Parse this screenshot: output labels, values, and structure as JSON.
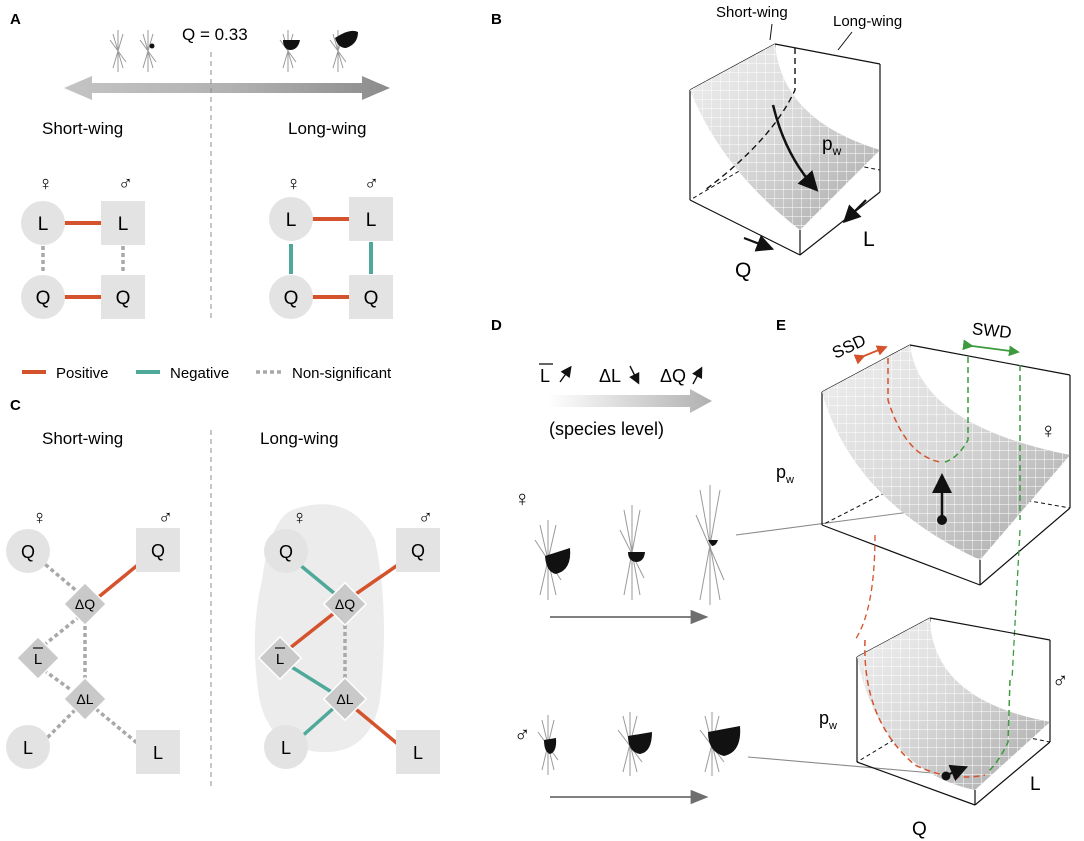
{
  "panels": {
    "a": {
      "letter": "A",
      "q_value": "Q = 0.33",
      "left_label": "Short-wing",
      "right_label": "Long-wing",
      "female_symbol": "♀",
      "male_symbol": "♂",
      "node_l": "L",
      "node_q": "Q"
    },
    "b": {
      "letter": "B",
      "short_label": "Short-wing",
      "long_label": "Long-wing",
      "pw_label": "p",
      "pw_sub": "w",
      "axis_q": "Q",
      "axis_l": "L"
    },
    "c": {
      "letter": "C",
      "left_label": "Short-wing",
      "right_label": "Long-wing",
      "female_symbol": "♀",
      "male_symbol": "♂",
      "node_q": "Q",
      "node_l": "L",
      "node_dq": "ΔQ",
      "node_lbar": "L",
      "node_dl": "ΔL"
    },
    "d": {
      "letter": "D",
      "lbar": "L",
      "dl": "ΔL",
      "dq": "ΔQ",
      "species_level": "(species level)",
      "female_symbol": "♀",
      "male_symbol": "♂"
    },
    "e": {
      "letter": "E",
      "ssd": "SSD",
      "swd": "SWD",
      "female_symbol": "♀",
      "male_symbol": "♂",
      "pw_label": "p",
      "pw_sub": "w",
      "axis_q": "Q",
      "axis_l": "L"
    }
  },
  "legend": {
    "positive": "Positive",
    "negative": "Negative",
    "nonsig": "Non-significant"
  },
  "colors": {
    "positive": "#d4532c",
    "negative": "#4fa99b",
    "nonsig": "#a8a8a8",
    "ssd": "#d4532c",
    "swd": "#3d9a3d",
    "node_fill": "#e3e3e3",
    "arrow_gray": "#a6a6a6"
  }
}
